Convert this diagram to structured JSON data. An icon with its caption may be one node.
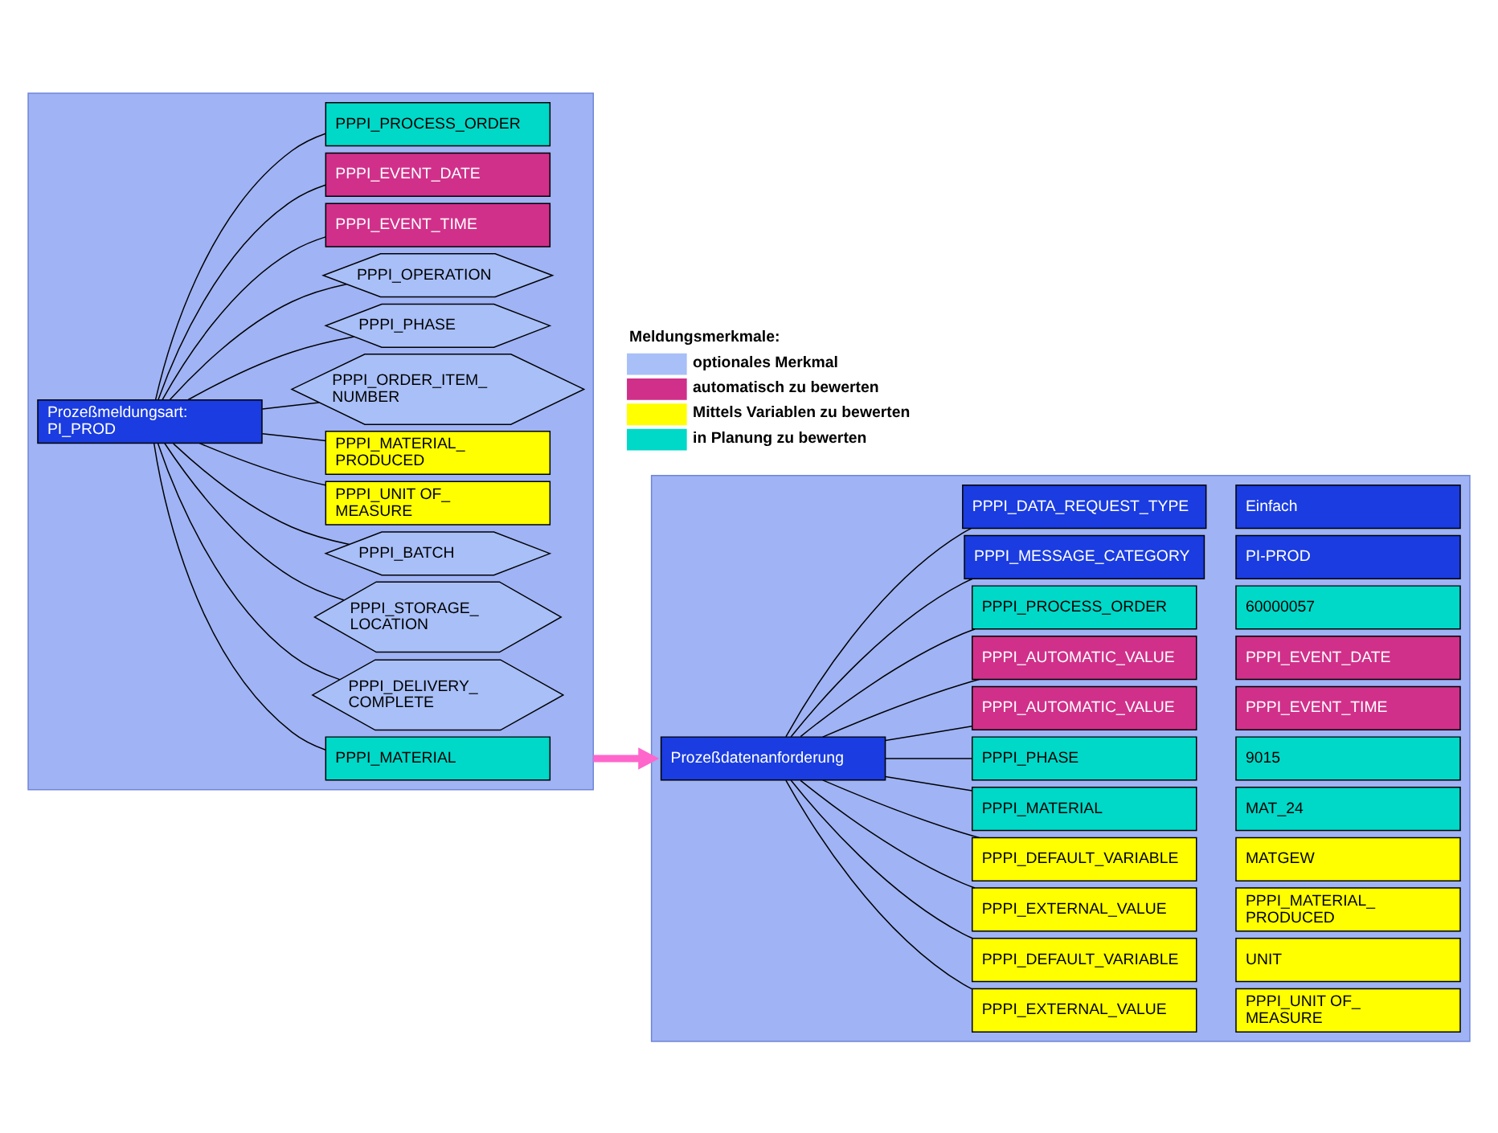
{
  "diagram": {
    "nodes": [
      {
        "text": [],
        "shape": "box"
      },
      {
        "text": [
          "Prozeßmeldungsart: PI_PROD"
        ],
        "in": 0
      },
      {
        "text": [
          "PPPI_PROCESS_ORDER"
        ],
        "in": 0
      },
      {
        "text": [
          "PPPI_EVENT_DATE"
        ],
        "in": 0
      },
      {
        "text": [
          "PPPI_EVENT_TIME"
        ],
        "in": 0
      },
      {
        "text": [
          "PPPI_OPERATION"
        ],
        "in": 0
      },
      {
        "text": [
          "PPPI_PHASE"
        ],
        "in": 0
      },
      {
        "text": [
          "PPPI_MATERIAL"
        ],
        "in": 0
      },
      {
        "text": [
          "PPPI_MATERIAL_ PRODUCED"
        ],
        "in": 0
      },
      {
        "text": [
          "PPPI_UNIT OF_ MEASURE"
        ],
        "in": 0
      },
      {
        "text": [
          "PPPI_BATCH"
        ],
        "in": 0
      },
      {
        "text": [
          "PPPI_STORAGE_ LOCATION"
        ],
        "in": 0
      },
      {
        "text": [
          "PPPI_DELIVERY_ COMPLETE"
        ],
        "in": 0
      },
      {
        "text": [
          "PPPI_ORDER_ITEM_ NUMBER"
        ],
        "in": 0
      },
      {
        "text": [],
        "shape": "box"
      },
      {
        "text": [
          "Prozeßdatenanforderung"
        ],
        "in": 14
      },
      {
        "text": [
          "PPPI_DATA_REQUEST_TYPE"
        ],
        "in": 14
      },
      {
        "text": [
          "Einfach"
        ],
        "in": 14
      },
      {
        "text": [
          "PPPI_MESSAGE_CATEGORY"
        ],
        "in": 14
      },
      {
        "text": [
          "PI-PROD"
        ],
        "in": 14
      },
      {
        "text": [
          "PPPI_PROCESS_ORDER"
        ],
        "in": 14
      },
      {
        "text": [
          "60000057"
        ],
        "in": 14
      },
      {
        "text": [
          "PPPI_AUTOMATIC_VALUE"
        ],
        "in": 14
      },
      {
        "text": [
          "PPPI_EVENT_DATE"
        ],
        "in": 14
      },
      {
        "text": [
          "PPPI_AUTOMATIC_VALUE"
        ],
        "in": 14
      },
      {
        "text": [
          "PPPI_EVENT_TIME"
        ],
        "in": 14
      },
      {
        "text": [
          "PPPI_PHASE"
        ],
        "in": 14
      },
      {
        "text": [
          "9015"
        ],
        "in": 14
      },
      {
        "text": [
          "PPPI_MATERIAL"
        ],
        "in": 14
      },
      {
        "text": [
          "MAT_24"
        ],
        "in": 14
      },
      {
        "text": [
          "PPPI_DEFAULT_VARIABLE"
        ],
        "in": 14
      },
      {
        "text": [
          "MATGEW"
        ],
        "in": 14
      },
      {
        "text": [
          "PPPI_EXTERNAL_VALUE"
        ],
        "in": 14
      },
      {
        "text": [
          "PPPI_MATERIAL_ PRODUCED"
        ],
        "in": 14
      },
      {
        "text": [
          "PPPI_DEFAULT_VARIABLE"
        ],
        "in": 14
      },
      {
        "text": [
          "UNIT"
        ],
        "in": 14
      },
      {
        "text": [
          "PPPI_EXTERNAL_VALUE"
        ],
        "in": 14
      },
      {
        "text": [
          "PPPI_UNIT OF_ MEASURE"
        ],
        "in": 14
      }
    ],
    "edges": [
      {
        "from": 1,
        "to": 2,
        "arrow": "none"
      },
      {
        "from": 1,
        "to": 3,
        "arrow": "none"
      },
      {
        "from": 1,
        "to": 4,
        "arrow": "none"
      },
      {
        "from": 1,
        "to": 5,
        "arrow": "none"
      },
      {
        "from": 1,
        "to": 6,
        "arrow": "none"
      },
      {
        "from": 1,
        "to": 7,
        "arrow": "none"
      },
      {
        "from": 1,
        "to": 8,
        "arrow": "none"
      },
      {
        "from": 1,
        "to": 9,
        "arrow": "none"
      },
      {
        "from": 1,
        "to": 10,
        "arrow": "none"
      },
      {
        "from": 1,
        "to": 11,
        "arrow": "none"
      },
      {
        "from": 1,
        "to": 12,
        "arrow": "none"
      },
      {
        "from": 1,
        "to": 13,
        "arrow": "none"
      },
      {
        "from": 0,
        "to": 14,
        "arrow": "to",
        "style": "thick",
        "color": "#ff66cc"
      },
      {
        "from": 15,
        "to": 16,
        "arrow": "none"
      },
      {
        "from": 15,
        "to": 18,
        "arrow": "none"
      },
      {
        "from": 15,
        "to": 20,
        "arrow": "none"
      },
      {
        "from": 15,
        "to": 22,
        "arrow": "none"
      },
      {
        "from": 15,
        "to": 24,
        "arrow": "none"
      },
      {
        "from": 15,
        "to": 26,
        "arrow": "none"
      },
      {
        "from": 15,
        "to": 28,
        "arrow": "none"
      },
      {
        "from": 15,
        "to": 30,
        "arrow": "none"
      },
      {
        "from": 15,
        "to": 32,
        "arrow": "none"
      },
      {
        "from": 15,
        "to": 34,
        "arrow": "none"
      },
      {
        "from": 15,
        "to": 36,
        "arrow": "none"
      }
    ],
    "labels": [
      "Meldungsmerkmale:"
    ],
    "legend": [
      {
        "text": "optionales Merkmal",
        "color": "#a8bff8"
      },
      {
        "text": "automatisch zu bewerten",
        "color": "#d0308a"
      },
      {
        "text": "Mittels Variablen zu bewerten",
        "color": "#ffff00"
      },
      {
        "text": "in Planung zu bewerten",
        "color": "#00d8c8"
      }
    ]
  }
}
